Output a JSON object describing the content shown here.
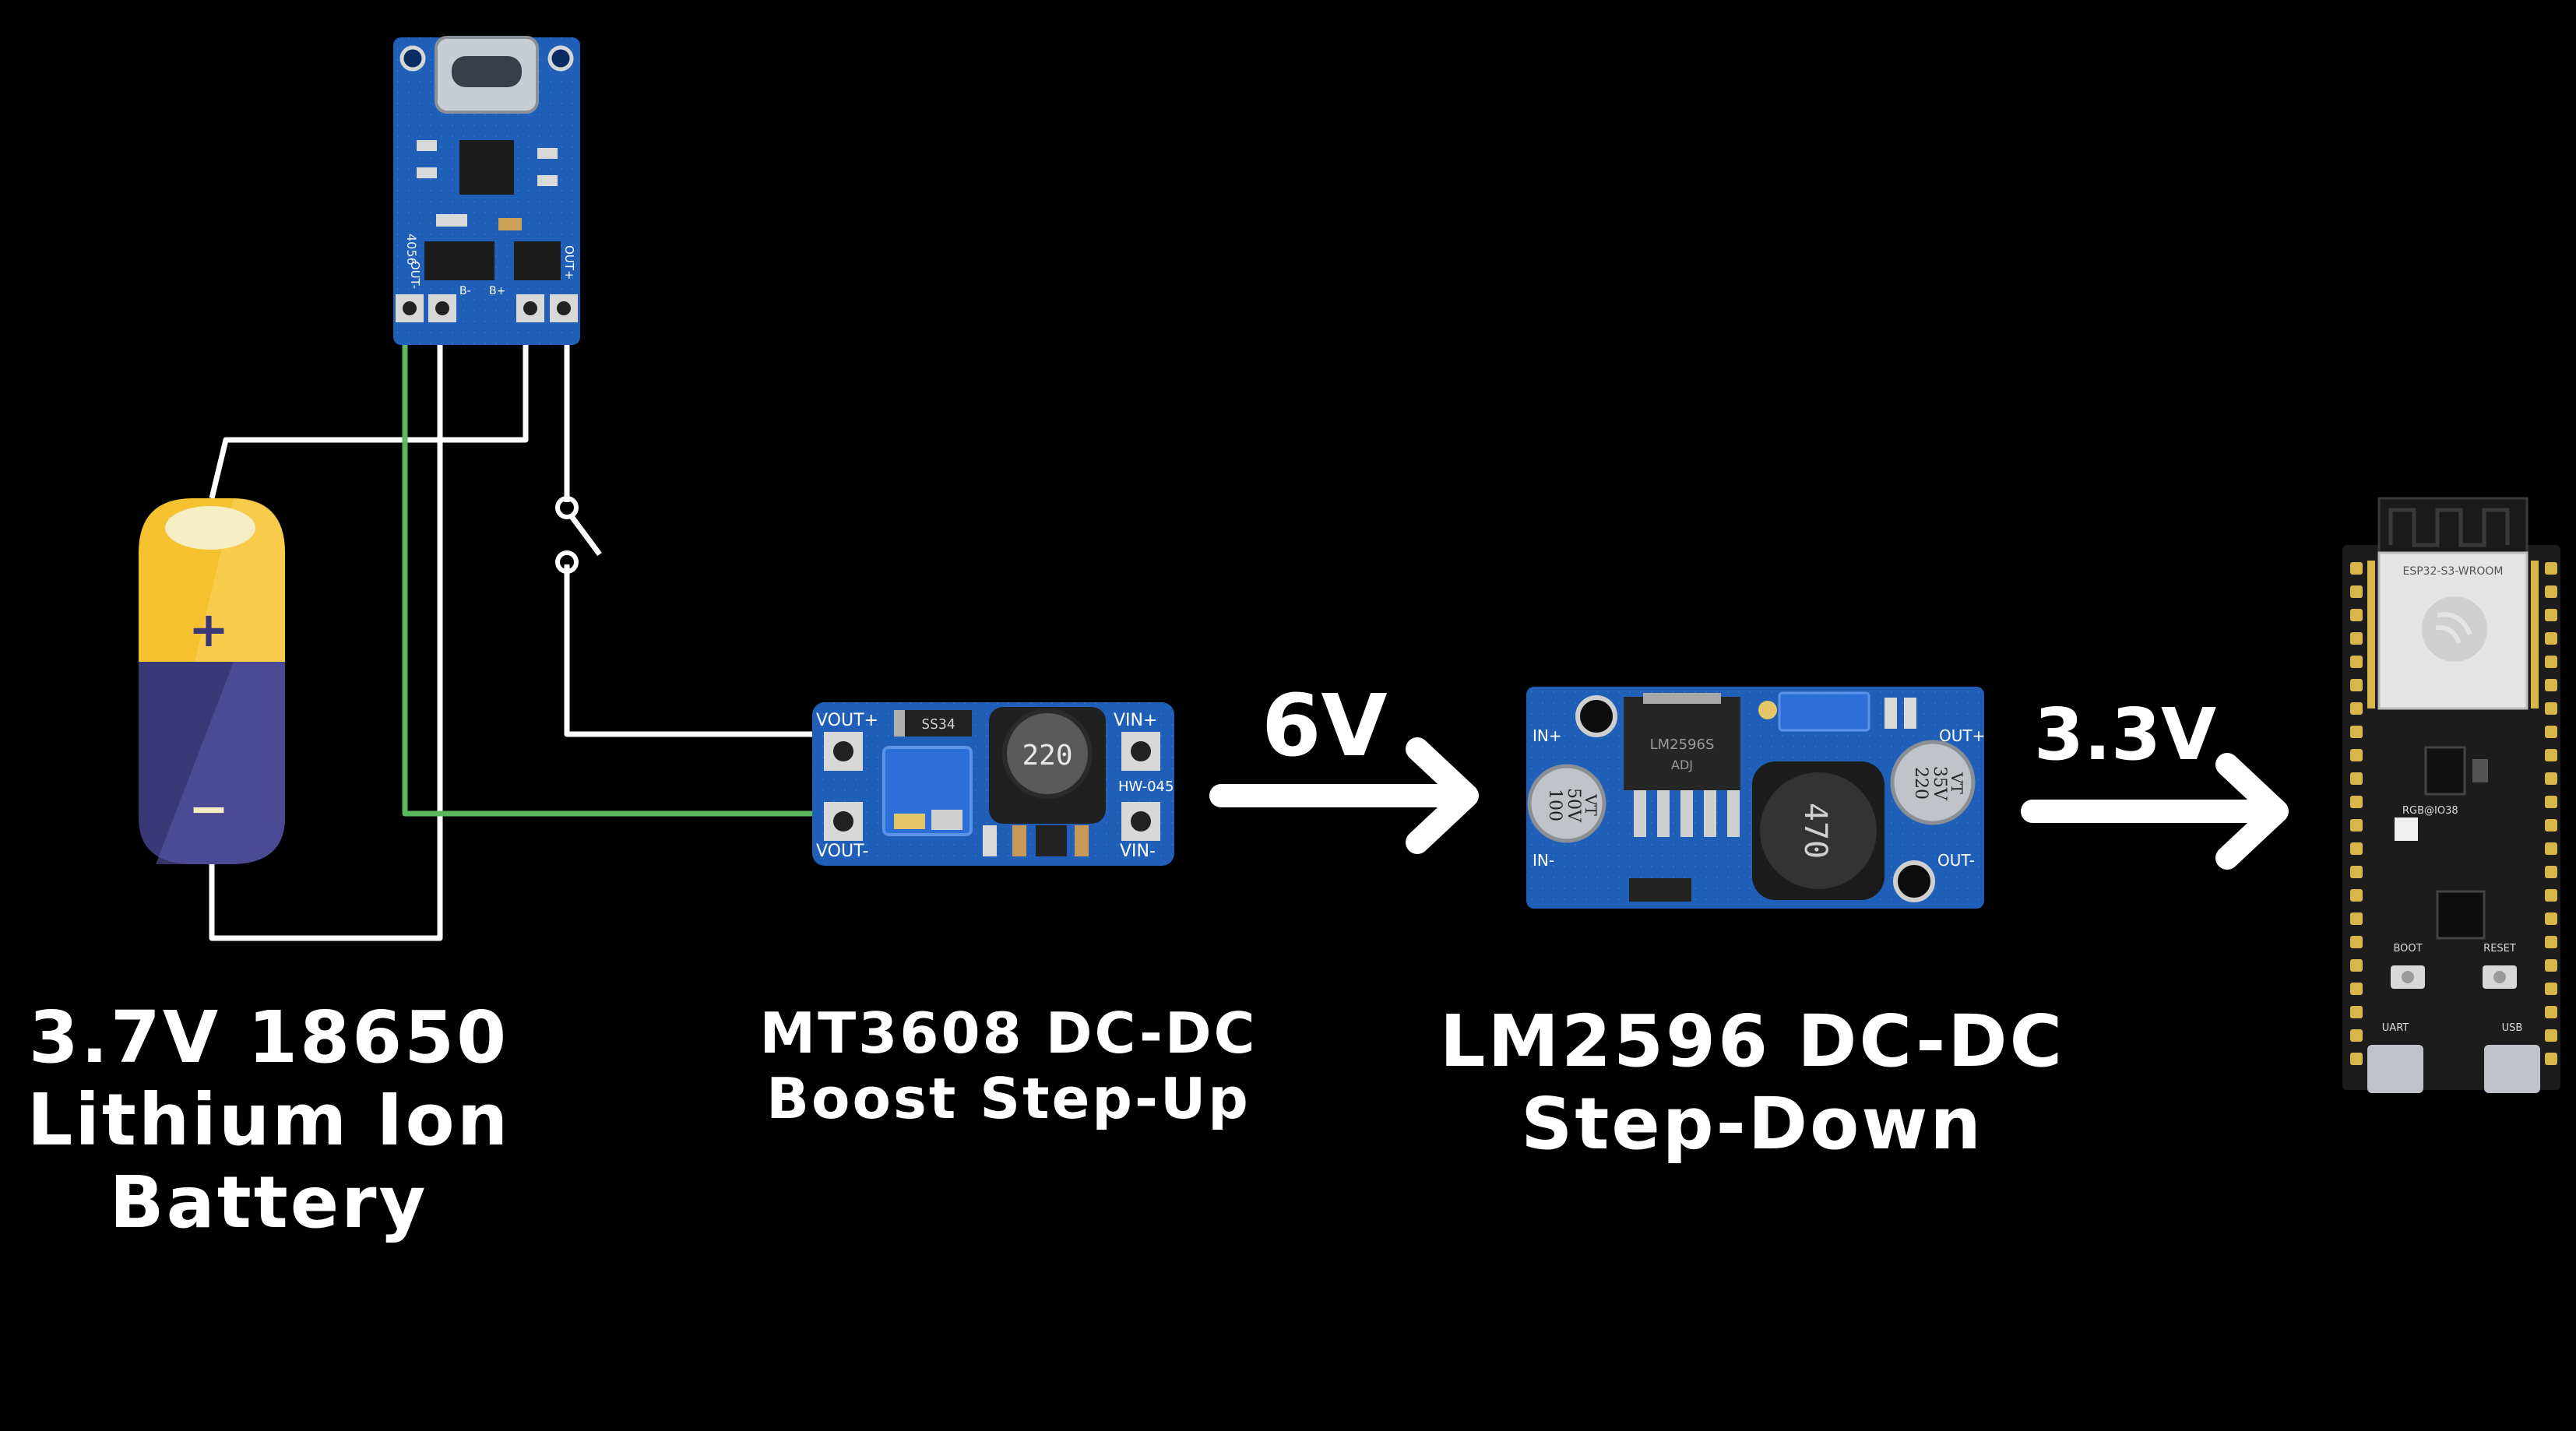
{
  "battery": {
    "plus_sign": "+",
    "minus_sign": "−",
    "label_lines": [
      "3.7V 18650",
      "Lithium Ion",
      "Battery"
    ]
  },
  "charger": {
    "chip_text": "4056",
    "pin_labels": [
      "OUT-",
      "B-",
      "B+",
      "OUT+"
    ]
  },
  "boost": {
    "pin_labels": [
      "VOUT+",
      "VOUT-",
      "VIN+",
      "VIN-"
    ],
    "inductor_text": "220",
    "chip_text": "SS34",
    "model_text": "HW-045",
    "label_lines": [
      "MT3608 DC-DC",
      "Boost Step-Up"
    ]
  },
  "buck": {
    "pin_labels": [
      "IN+",
      "IN-",
      "OUT+",
      "OUT-"
    ],
    "cap_in_text": [
      "100",
      "50V",
      "VT"
    ],
    "cap_out_text": [
      "220",
      "35V",
      "VT"
    ],
    "chip_text": [
      "LM2596S",
      "ADJ"
    ],
    "inductor_text": "470",
    "label_lines": [
      "LM2596 DC-DC",
      "Step-Down"
    ]
  },
  "esp": {
    "module_text": "ESP32-S3-WROOM",
    "led_text": "RGB@IO38",
    "button_labels": [
      "BOOT",
      "RESET"
    ],
    "port_labels": [
      "UART",
      "USB"
    ]
  },
  "voltages": {
    "after_boost": "6V",
    "after_buck": "3.3V"
  },
  "colors": {
    "background": "#000000",
    "wire_white": "#ffffff",
    "wire_green": "#5cb85c",
    "pcb_blue": "#1f5fb8",
    "battery_yellow": "#f6c12f",
    "battery_purple": "#3b3878",
    "esp_board": "#1c1c1c"
  }
}
